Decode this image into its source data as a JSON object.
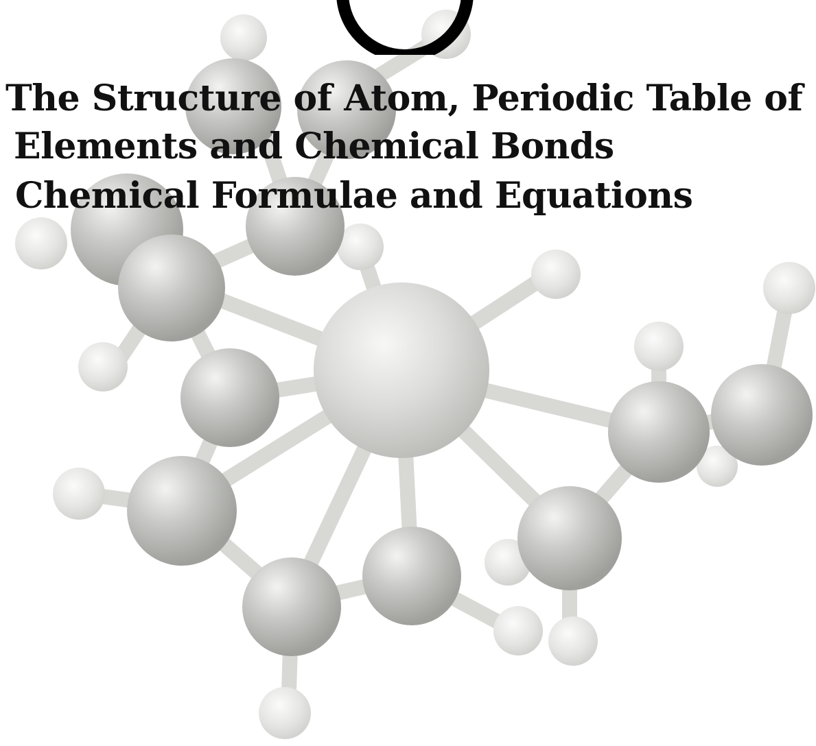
{
  "titles": {
    "line1": "The Structure of Atom, Periodic Table of",
    "line2": "Elements and Chemical Bonds",
    "line3": "Chemical Formulae and Equations"
  },
  "illustration": {
    "name": "molecule-illustration",
    "atom_color": "#c9cac7",
    "bond_color": "#d9d9d6",
    "hydrogen_color": "#e4e4e2"
  },
  "badge": {
    "color": "#000000"
  }
}
